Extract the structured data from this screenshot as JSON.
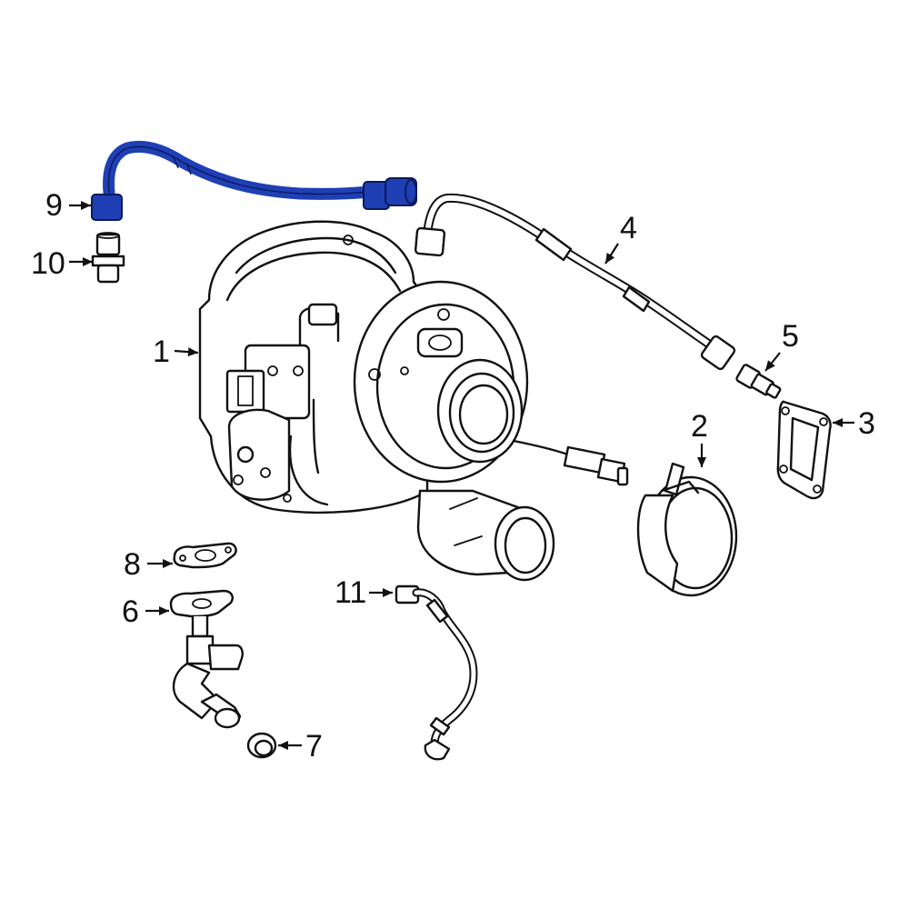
{
  "highlight_color": "#1f3fb5",
  "line_color": "#111111",
  "background_color": "#ffffff",
  "callouts": [
    {
      "id": "c1",
      "label": "1"
    },
    {
      "id": "c2",
      "label": "2"
    },
    {
      "id": "c3",
      "label": "3"
    },
    {
      "id": "c4",
      "label": "4"
    },
    {
      "id": "c5",
      "label": "5"
    },
    {
      "id": "c6",
      "label": "6"
    },
    {
      "id": "c7",
      "label": "7"
    },
    {
      "id": "c8",
      "label": "8"
    },
    {
      "id": "c9",
      "label": "9"
    },
    {
      "id": "c10",
      "label": "10"
    },
    {
      "id": "c11",
      "label": "11"
    }
  ],
  "highlighted_part": "9"
}
